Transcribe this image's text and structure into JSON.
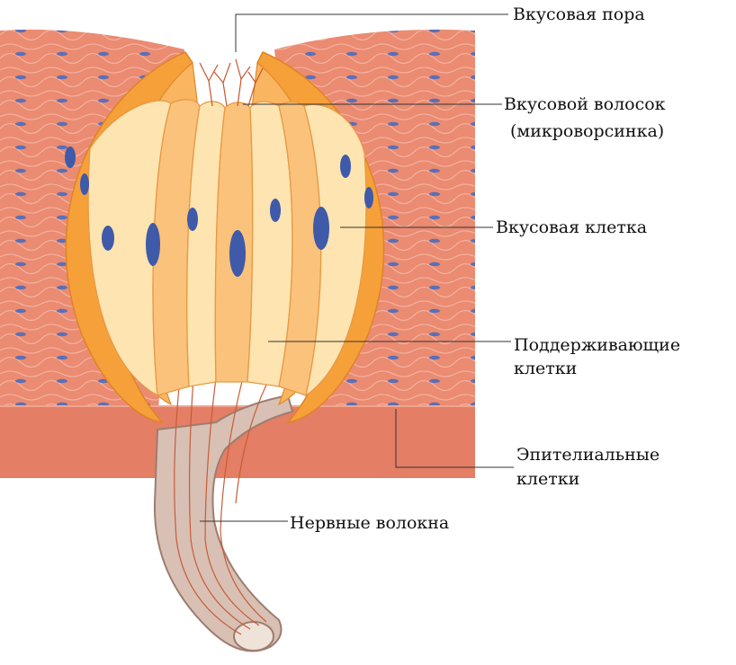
{
  "labels": {
    "taste_pore": "Вкусовая пора",
    "taste_hair_line1": "Вкусовой волосок",
    "taste_hair_line2": "(микроворсинка)",
    "taste_cell": "Вкусовая клетка",
    "supporting_cells_line1": "Поддерживающие",
    "supporting_cells_line2": "клетки",
    "epithelial_cells_line1": "Эпителиальные",
    "epithelial_cells_line2": "клетки",
    "nerve_fibers": "Нервные волокна"
  },
  "colors": {
    "epithelium": "#e8826a",
    "epithelium_light": "#f2a08a",
    "basal_layer": "#e37c62",
    "nucleus": "#3f5aa8",
    "outer_supporting_cell": "#f7a13e",
    "supporting_cell": "#fbc07a",
    "taste_cell": "#fde3ad",
    "nerve": "#c7a595",
    "nerve_fiber_line": "#c45a35",
    "leader_line": "#333333"
  }
}
